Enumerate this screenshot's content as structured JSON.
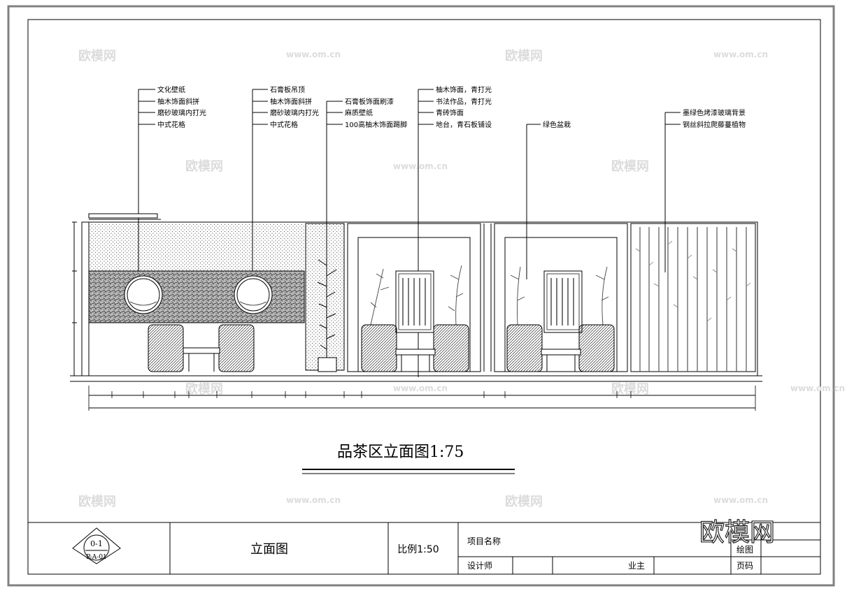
{
  "drawing": {
    "title": "品茶区立面图1:75",
    "watermark": "欧模网",
    "watermark_url": "www.om.cn"
  },
  "annotation_groups": [
    {
      "labels": [
        "文化壁纸",
        "柚木饰面斜拼",
        "磨砂玻璃内打光",
        "中式花格"
      ]
    },
    {
      "labels": [
        "石膏板吊顶",
        "柚木饰面斜拼",
        "磨砂玻璃内打光",
        "中式花格"
      ]
    },
    {
      "labels": [
        "石膏板饰面刷漆",
        "麻质壁纸",
        "100高柚木饰面踢脚"
      ]
    },
    {
      "labels": [
        "柚木饰面，青打光",
        "书法作品，青打光",
        "青砖饰面",
        "地台，青石板铺设"
      ]
    },
    {
      "labels": [
        "绿色盆栽"
      ]
    },
    {
      "labels": [
        "墨绿色烤漆玻璃背景",
        "钢丝斜拉爬藤蔓植物"
      ]
    }
  ],
  "title_block": {
    "symbol_top": "0-1",
    "symbol_bottom": "P-A-01",
    "sheet_name": "立面图",
    "scale_label": "比例1:50",
    "project_name_label": "项目名称",
    "designer_label": "设计师",
    "owner_label": "业主",
    "drawn_by_label": "绘图",
    "page_label": "页码"
  },
  "colors": {
    "frame": "#808080",
    "line": "#000000",
    "watermark": "#dcdcdc"
  }
}
